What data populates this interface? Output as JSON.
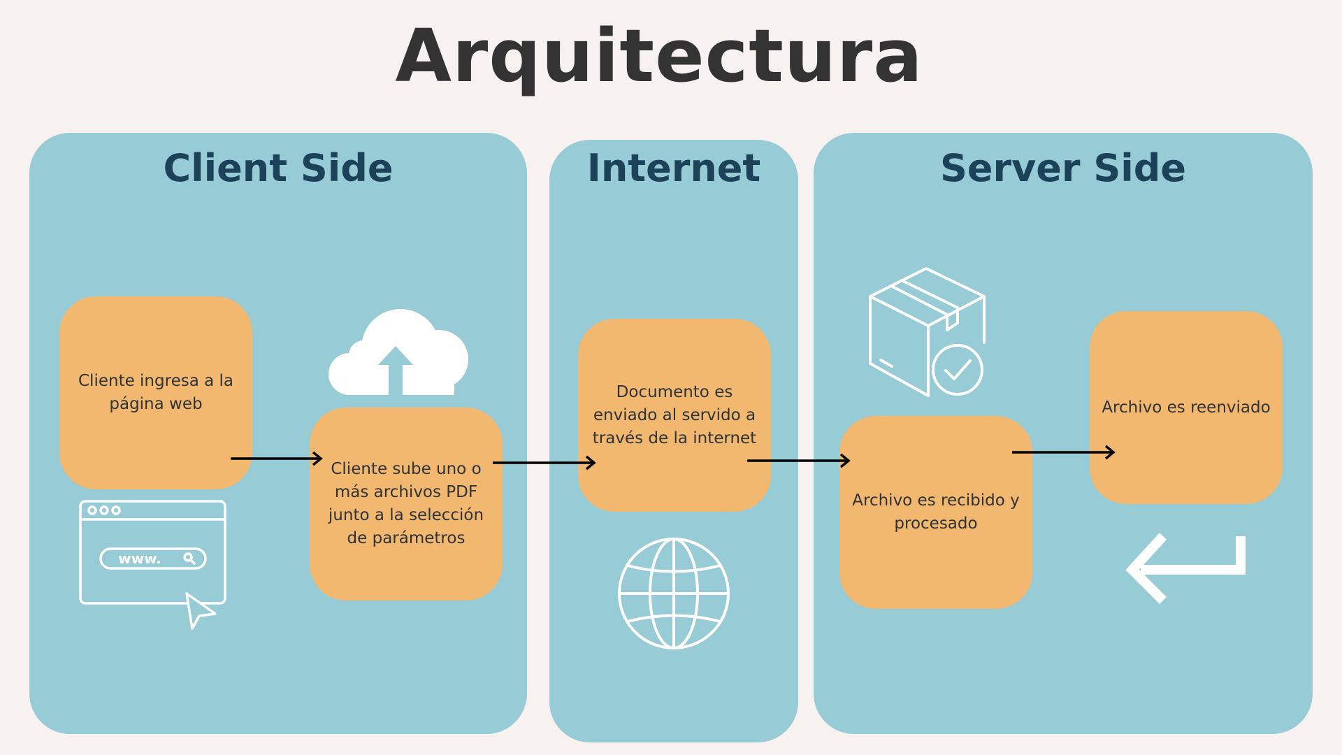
{
  "title": "Arquitectura",
  "panels": {
    "client": {
      "title": "Client Side"
    },
    "internet": {
      "title": "Internet"
    },
    "server": {
      "title": "Server Side"
    }
  },
  "steps": [
    {
      "text": "Cliente ingresa a la página web"
    },
    {
      "text": "Cliente sube uno o más archivos PDF junto a la selección de parámetros"
    },
    {
      "text": "Documento es enviado al servido a través de la internet"
    },
    {
      "text": "Archivo es recibido y procesado"
    },
    {
      "text": "Archivo es reenviado"
    }
  ],
  "icons": {
    "browser": {
      "url_text": "www."
    }
  },
  "colors": {
    "background": "#f7f1ef",
    "panel": "#97cbd6",
    "panel_title": "#1c425a",
    "step_box": "#f3b870",
    "title": "#333333",
    "icon": "#ffffff",
    "arrow": "#000000"
  }
}
